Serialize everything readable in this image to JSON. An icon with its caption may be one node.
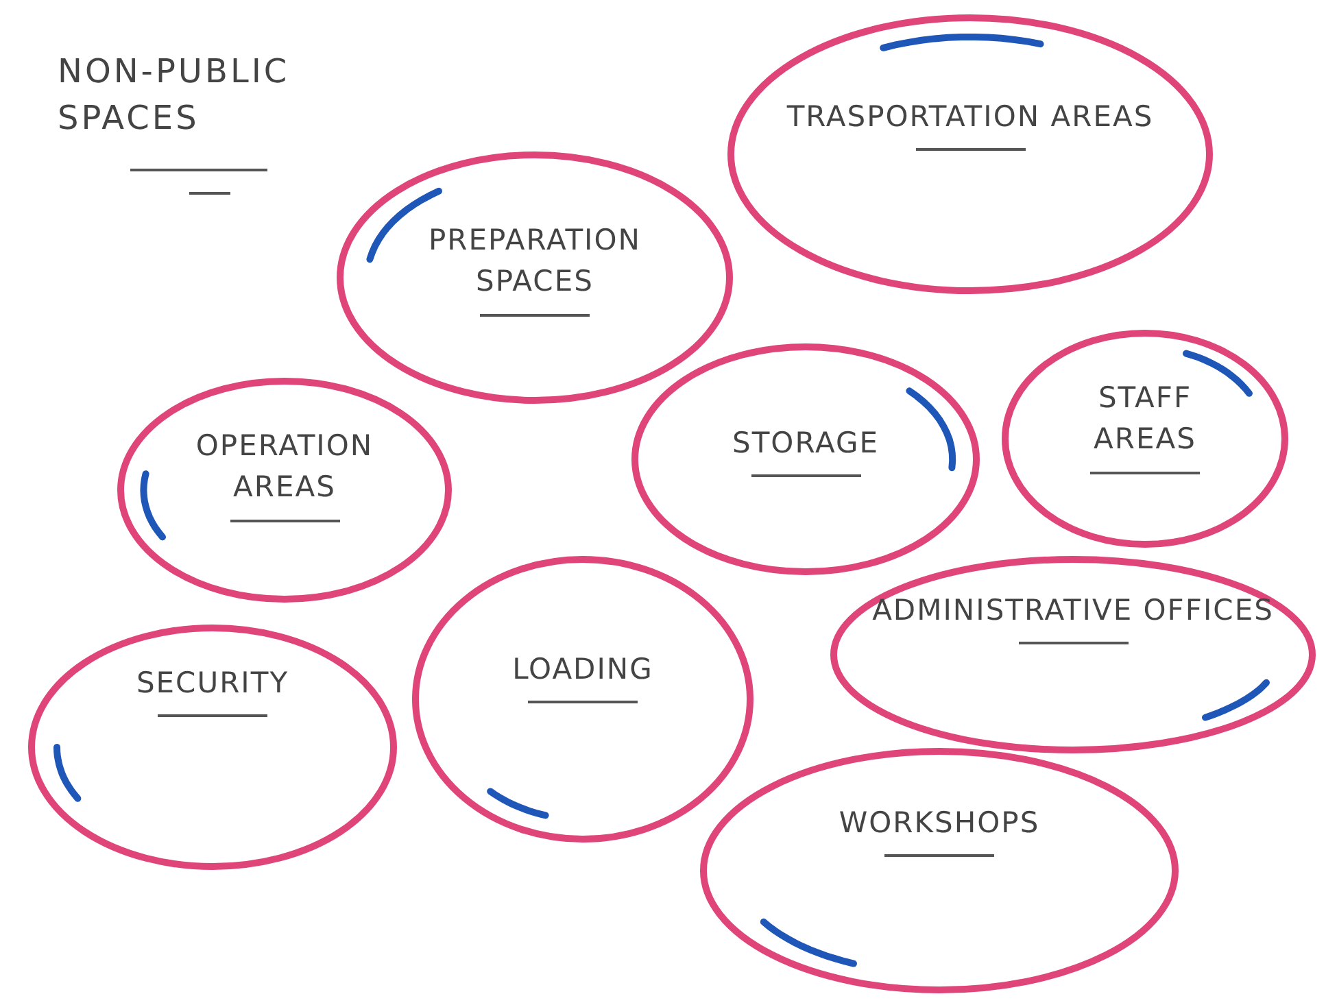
{
  "diagram": {
    "title": "NON-PUBLIC SPACES",
    "nodes": [
      {
        "text": [
          "PREPARATION SPACES"
        ]
      },
      {
        "text": [
          "TRASPORTATION AREAS"
        ]
      },
      {
        "text": [
          "OPERATION AREAS"
        ]
      },
      {
        "text": [
          "STORAGE"
        ]
      },
      {
        "text": [
          "STAFF AREAS"
        ]
      },
      {
        "text": [
          "SECURITY"
        ]
      },
      {
        "text": [
          "LOADING"
        ]
      },
      {
        "text": [
          "ADMINISTRATIVE OFFICES"
        ]
      },
      {
        "text": [
          "WORKSHOPS"
        ]
      }
    ]
  }
}
